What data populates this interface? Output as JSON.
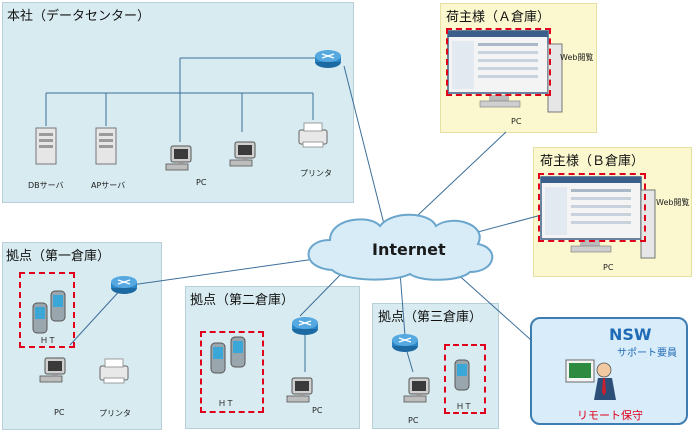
{
  "hq": {
    "title": "本社（データセンター）",
    "db_server": "DBサーバ",
    "ap_server": "APサーバ",
    "pc": "PC",
    "printer": "プリンタ"
  },
  "shipper_a": {
    "title": "荷主様（Ａ倉庫）",
    "web": "Web閲覧",
    "pc": "PC"
  },
  "shipper_b": {
    "title": "荷主様（Ｂ倉庫）",
    "web": "Web閲覧",
    "pc": "PC"
  },
  "internet": {
    "label": "Internet"
  },
  "site1": {
    "title": "拠点（第一倉庫）",
    "ht": "ＨＴ",
    "pc": "PC",
    "printer": "プリンタ"
  },
  "site2": {
    "title": "拠点（第二倉庫）",
    "ht": "ＨＴ",
    "pc": "PC"
  },
  "site3": {
    "title": "拠点（第三倉庫）",
    "ht": "ＨＴ",
    "pc": "PC"
  },
  "nsw": {
    "title": "NSW",
    "subtitle": "サポート要員",
    "bottom": "リモート保守"
  },
  "colors": {
    "panel_blue": "#d7ebf1",
    "panel_yellow": "#fbf8cf",
    "router": "#2a86c6",
    "highlight": "#e0001b",
    "accent": "#1f6bb5"
  }
}
